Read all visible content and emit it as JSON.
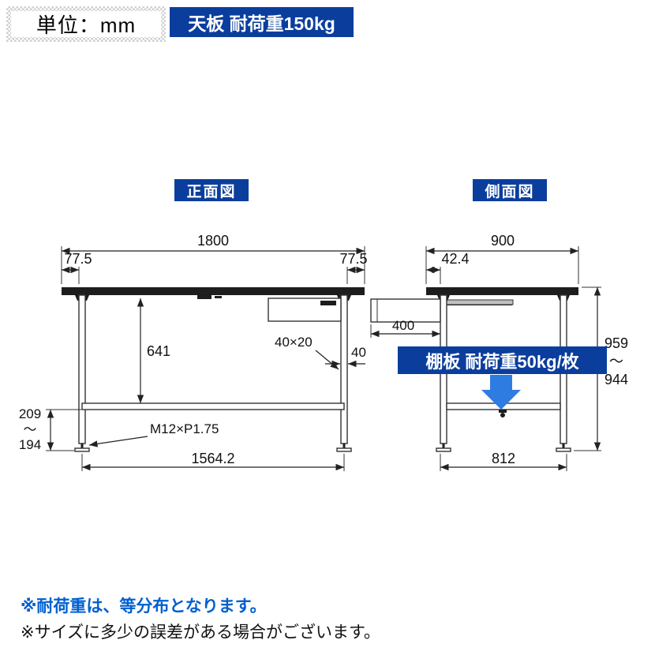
{
  "header": {
    "unit": "単位：mm",
    "top_load": "天板 耐荷重150kg"
  },
  "views": {
    "front_label": "正面図",
    "side_label": "側面図"
  },
  "front": {
    "width_top": "1800",
    "offset_left": "77.5",
    "offset_right": "77.5",
    "clearance_height": "641",
    "frame_section": "40×20",
    "leg_depth": "40",
    "adjuster_max": "209",
    "adjuster_tilde": "〜",
    "adjuster_min": "194",
    "adjuster_thread": "M12×P1.75",
    "leg_span": "1564.2"
  },
  "side": {
    "depth_top": "900",
    "offset_left": "42.4",
    "drawer_extension": "400",
    "height_max": "959",
    "height_tilde": "〜",
    "height_min": "944",
    "leg_span": "812",
    "shelf_load": "棚板 耐荷重50kg/枚"
  },
  "notes": {
    "note1": "※耐荷重は、等分布となります。",
    "note2": "※サイズに多少の誤差がある場合がございます。"
  },
  "colors": {
    "brand_blue": "#0b3e9c",
    "arrow_blue": "#2e7ce2",
    "note_blue": "#0060d0",
    "line_dark": "#1d1d1d"
  }
}
